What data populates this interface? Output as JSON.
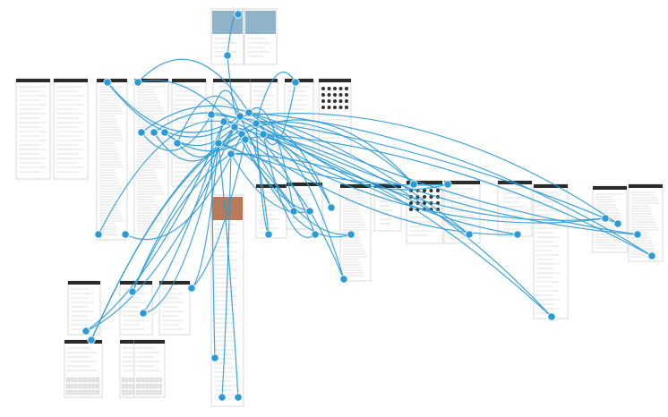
{
  "colors": {
    "background": "#ffffff",
    "link": "#2a9bd8",
    "screen_border": "#c9c9c9",
    "screen_header": "#2b2b2b",
    "text_line": "#d6d6d6",
    "sky_image": "#8fb3c9",
    "photo_image": "#b97a5a"
  },
  "screens": [
    {
      "id": "splash-a",
      "kind": "photo-top",
      "header": false
    },
    {
      "id": "splash-b",
      "kind": "photo-top",
      "header": false
    },
    {
      "id": "menu-1",
      "kind": "list",
      "header": true
    },
    {
      "id": "form-1",
      "kind": "form",
      "header": true
    },
    {
      "id": "article-1",
      "kind": "article",
      "header": true
    },
    {
      "id": "article-2",
      "kind": "article",
      "header": true
    },
    {
      "id": "form-2",
      "kind": "form",
      "header": true
    },
    {
      "id": "detail-1",
      "kind": "centered",
      "header": true
    },
    {
      "id": "list-2",
      "kind": "list",
      "header": true
    },
    {
      "id": "list-3",
      "kind": "list",
      "header": true
    },
    {
      "id": "grid-1",
      "kind": "grid",
      "header": true
    },
    {
      "id": "long-article",
      "kind": "photo-top",
      "header": false
    },
    {
      "id": "result-1",
      "kind": "list",
      "header": true
    },
    {
      "id": "result-2",
      "kind": "article",
      "header": true
    },
    {
      "id": "result-3",
      "kind": "grid",
      "header": true
    },
    {
      "id": "result-4",
      "kind": "list",
      "header": true
    },
    {
      "id": "result-5",
      "kind": "centered",
      "header": true
    },
    {
      "id": "result-6",
      "kind": "list",
      "header": true
    },
    {
      "id": "result-7",
      "kind": "article",
      "header": true
    },
    {
      "id": "result-8",
      "kind": "article",
      "header": true
    },
    {
      "id": "compose-1",
      "kind": "form",
      "header": true
    },
    {
      "id": "compose-2",
      "kind": "form",
      "header": true
    },
    {
      "id": "compose-3",
      "kind": "form",
      "header": true
    },
    {
      "id": "keyboard-1",
      "kind": "keyboard",
      "header": true
    },
    {
      "id": "keyboard-2",
      "kind": "keyboard",
      "header": true
    },
    {
      "id": "keyboard-3",
      "kind": "keyboard",
      "header": true
    },
    {
      "id": "final-1",
      "kind": "centered",
      "header": true
    },
    {
      "id": "final-2",
      "kind": "centered",
      "header": true
    }
  ],
  "hub_nodes": 46,
  "flow_links": 64
}
